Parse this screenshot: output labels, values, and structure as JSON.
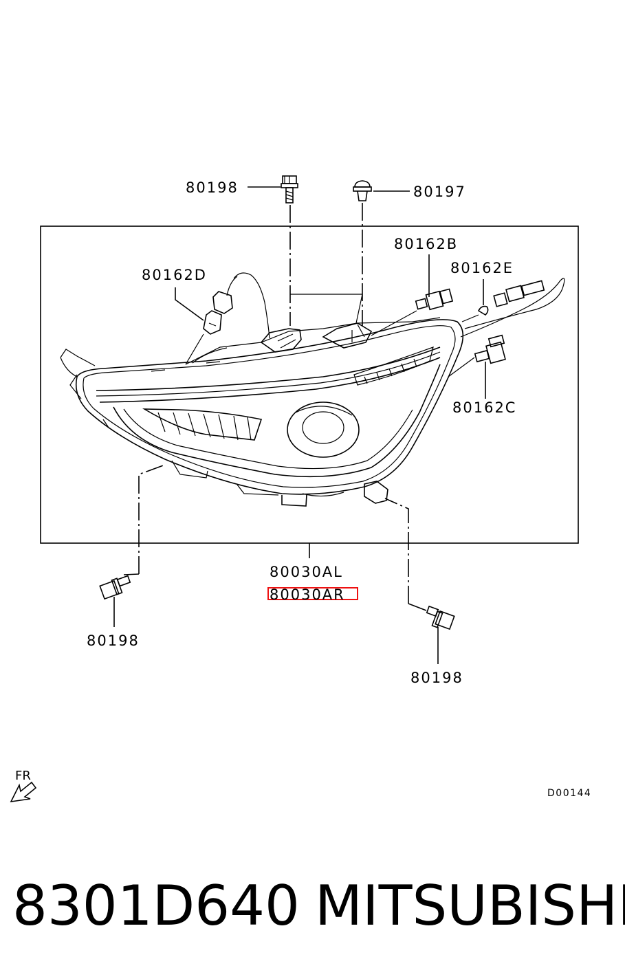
{
  "labels": {
    "bolt_top": "80198",
    "clip_top": "80197",
    "socket_b": "80162B",
    "socket_d": "80162D",
    "socket_e": "80162E",
    "socket_c": "80162C",
    "assembly_left": "80030AL",
    "assembly_right": "80030AR",
    "bolt_bottom_left": "80198",
    "bolt_bottom_right": "80198",
    "direction": "FR",
    "diagram_code": "D00144"
  },
  "highlight_color": "#ee1111",
  "footer": {
    "part_number": "8301D640",
    "brand": "MITSUBISHI"
  }
}
